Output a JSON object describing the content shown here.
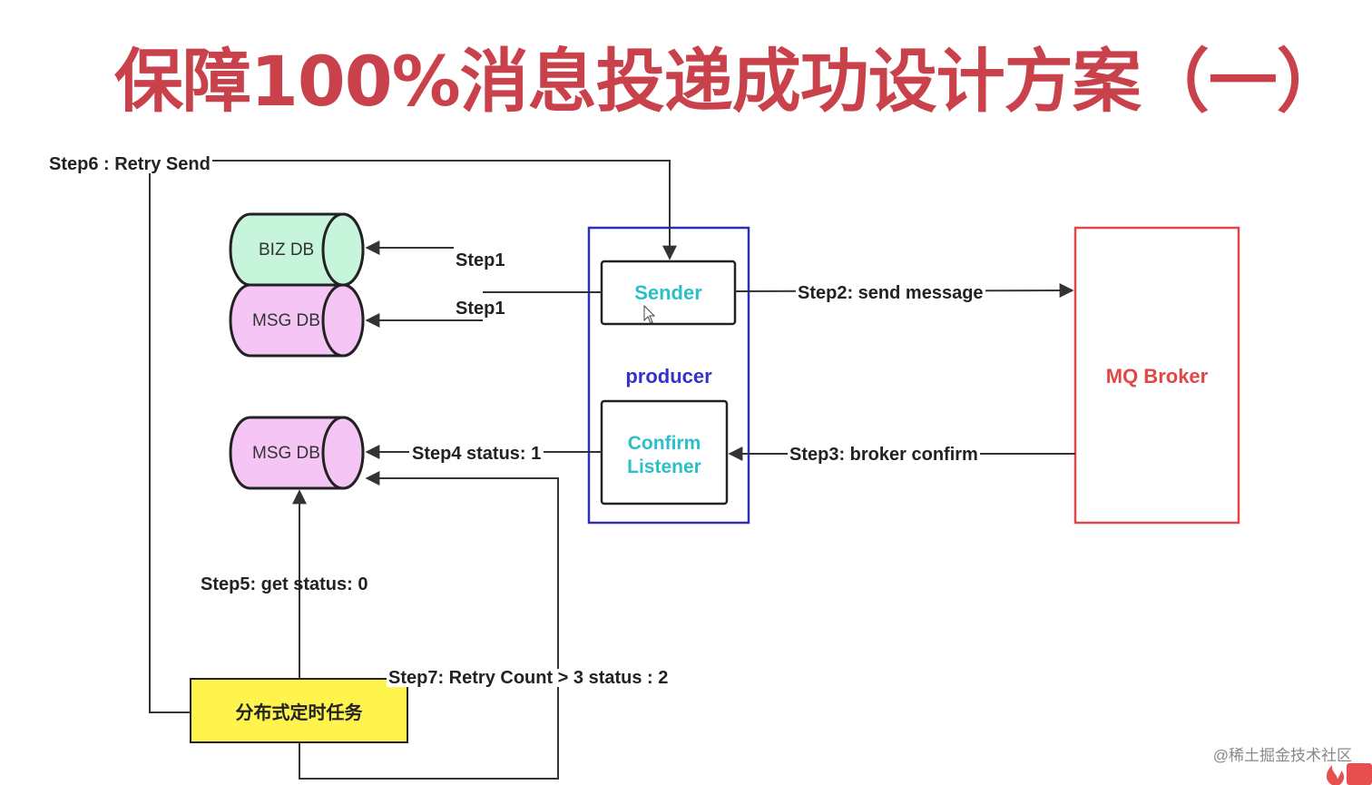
{
  "title": "保障100%消息投递成功设计方案（一）",
  "colors": {
    "title": "#c8414b",
    "producer_border": "#2f2fb3",
    "producer_label": "#3333cc",
    "component_text": "#2bbfc8",
    "broker_border": "#e04848",
    "broker_text": "#e04848",
    "biz_db_fill": "#c6f5dc",
    "msg_db_fill": "#f5c6f5",
    "task_fill": "#fff34d",
    "line": "#333333"
  },
  "nodes": {
    "biz_db": "BIZ DB",
    "msg_db_top": "MSG DB",
    "msg_db_bottom": "MSG DB",
    "sender": "Sender",
    "producer": "producer",
    "confirm_line1": "Confirm",
    "confirm_line2": "Listener",
    "broker": "MQ Broker",
    "task": "分布式定时任务"
  },
  "edges": {
    "step1_a": "Step1",
    "step1_b": "Step1",
    "step2": "Step2:  send message",
    "step3": "Step3:  broker confirm",
    "step4": "Step4 status: 1",
    "step5": "Step5: get status:  0",
    "step6": "Step6 :  Retry Send",
    "step7": "Step7: Retry Count > 3 status : 2"
  },
  "watermark": "@稀土掘金技术社区",
  "icons": {
    "cursor": "mouse-pointer-icon",
    "logo": "imooc-logo-icon"
  }
}
